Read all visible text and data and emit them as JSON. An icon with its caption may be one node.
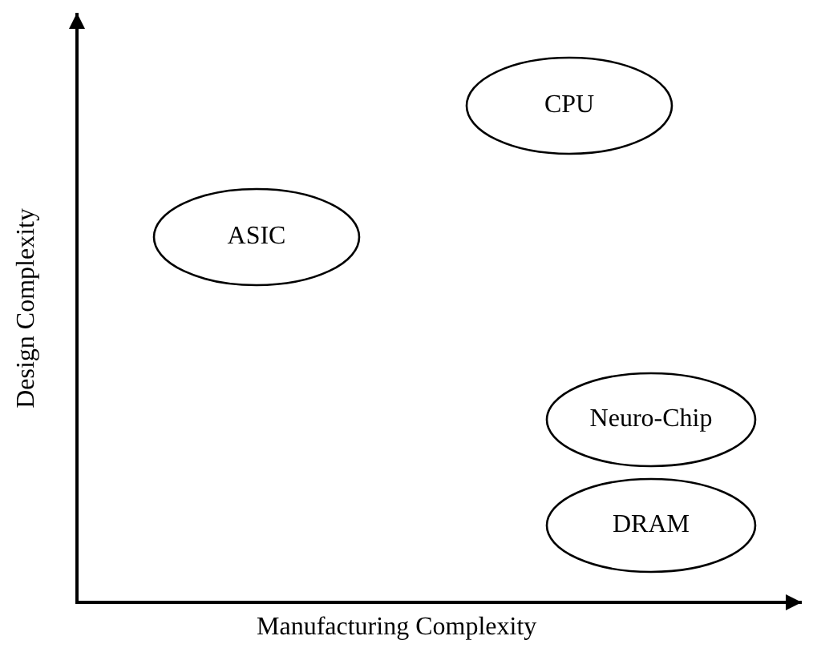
{
  "diagram": {
    "nodes": [
      {
        "text": [
          "CPU"
        ]
      },
      {
        "text": [
          "ASIC"
        ]
      },
      {
        "text": [
          "Neuro-Chip"
        ]
      },
      {
        "text": [
          "DRAM"
        ]
      }
    ],
    "labels": [
      "Design Complexity",
      "Manufacturing Complexity"
    ]
  }
}
